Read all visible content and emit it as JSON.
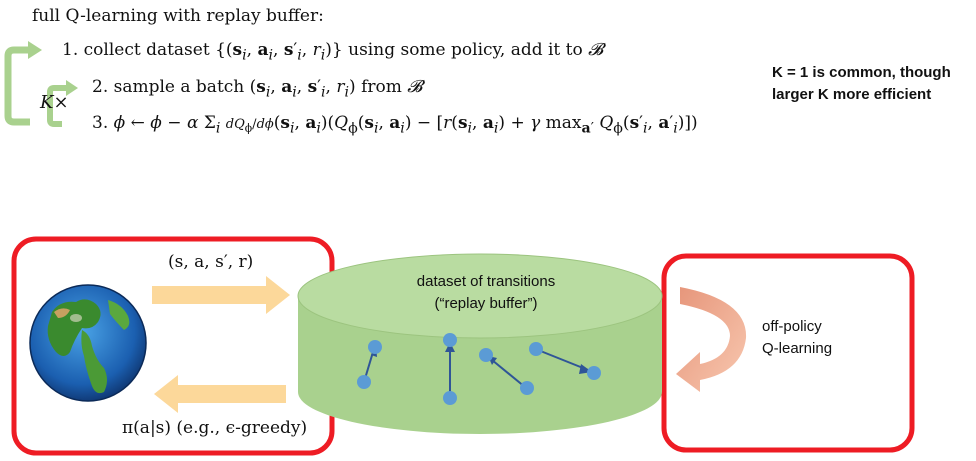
{
  "algorithm": {
    "title": "full Q-learning with replay buffer:",
    "step1": "1. collect dataset {(s_i, a_i, s'_i, r_i)} using some policy, add it to 𝓑",
    "step2": "2. sample a batch (s_i, a_i, s'_i, r_i) from 𝓑",
    "step3": "3. ϕ ← ϕ − α Σ_i dQ_ϕ/dϕ (s_i, a_i)(Q_ϕ(s_i, a_i) − [r(s_i, a_i) + γ max_a' Q_ϕ(s'_i, a'_i)])",
    "loop_label": "K×"
  },
  "note": {
    "line1": "K = 1 is common, though",
    "line2": "larger K more efficient"
  },
  "diagram": {
    "tuple_label": "(s, a, s′, r)",
    "policy_label": "π(a|s) (e.g., ϵ-greedy)",
    "buffer_line1": "dataset of transitions",
    "buffer_line2": "(“replay buffer”)",
    "ql_line1": "off-policy",
    "ql_line2": "Q-learning"
  },
  "colors": {
    "loop_arrow": "#a9d18e",
    "box_border": "#ee1c24",
    "cylinder_fill": "#a9d18e",
    "cylinder_top": "#b9dca1",
    "transfer_arrow": "#fcd89a",
    "transition_dot": "#5b9bd5",
    "transition_line": "#2f5597",
    "curved_arrow": "#f4b183"
  }
}
